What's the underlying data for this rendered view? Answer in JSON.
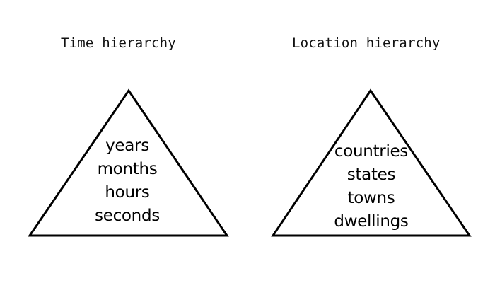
{
  "diagrams": [
    {
      "title": "Time hierarchy",
      "levels": [
        "years",
        "months",
        "hours",
        "seconds"
      ]
    },
    {
      "title": "Location hierarchy",
      "levels": [
        "countries",
        "states",
        "towns",
        "dwellings"
      ]
    }
  ]
}
